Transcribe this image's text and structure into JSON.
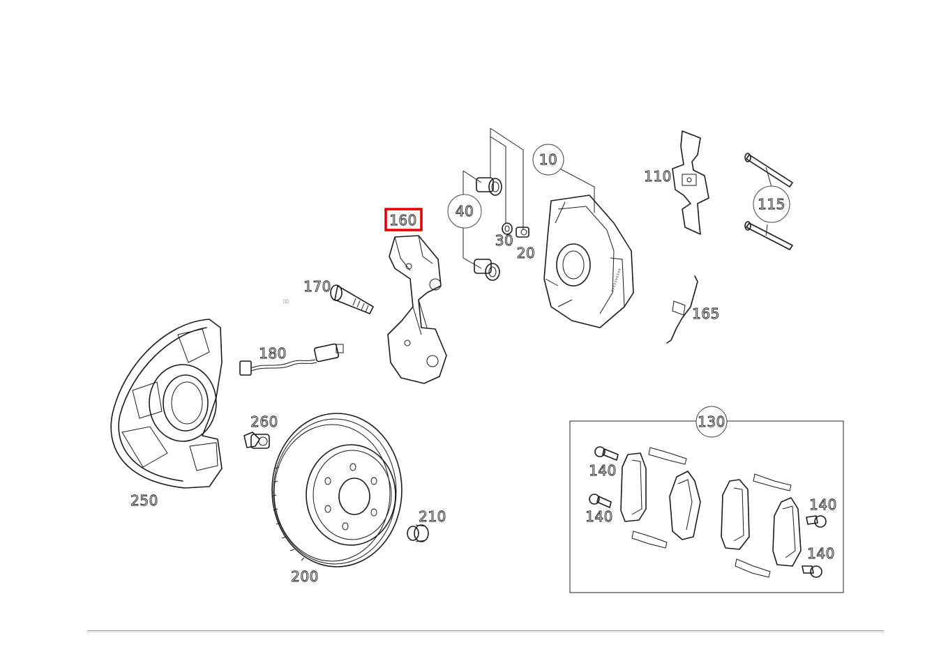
{
  "diagram": {
    "highlighted_part": "160",
    "highlight_color": "#e00000",
    "labels": {
      "p10": "10",
      "p20": "20",
      "p30": "30",
      "p40": "40",
      "p110": "110",
      "p115": "115",
      "p130": "130",
      "p140a": "140",
      "p140b": "140",
      "p140c": "140",
      "p140d": "140",
      "p160": "160",
      "p165": "165",
      "p170": "170",
      "p180": "180",
      "p200": "200",
      "p210": "210",
      "p250": "250",
      "p260": "260"
    }
  }
}
